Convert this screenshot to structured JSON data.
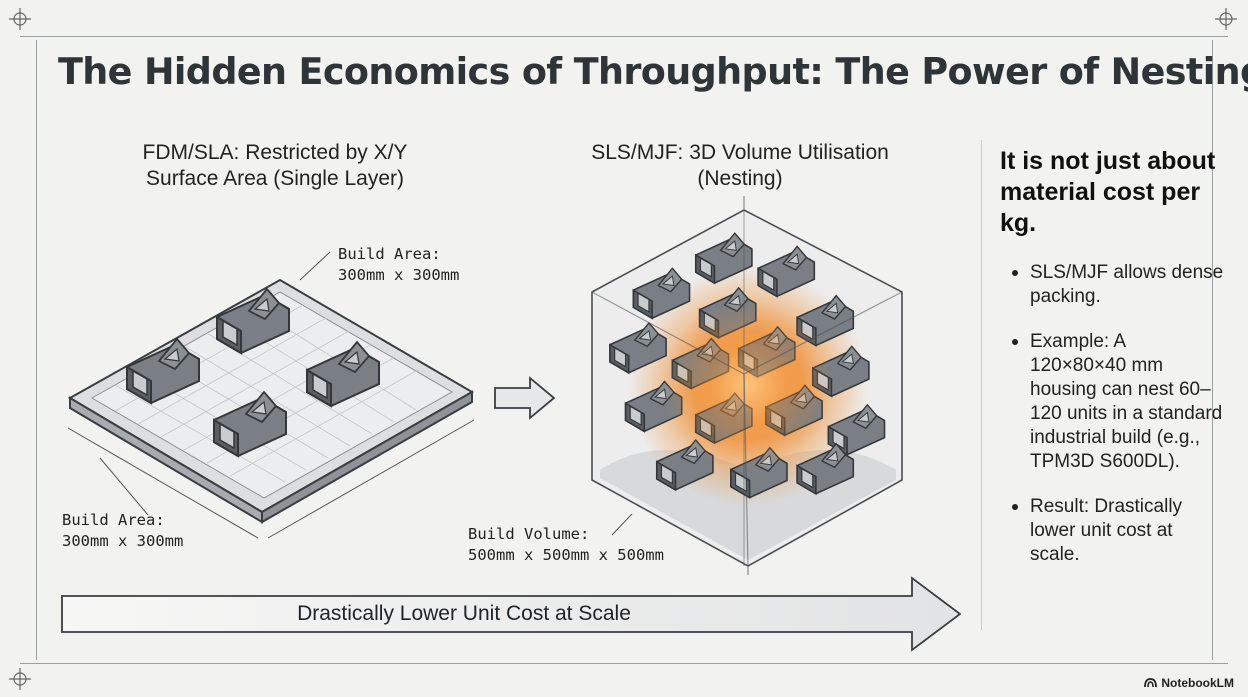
{
  "title": "The Hidden Economics of Throughput: The Power of Nesting",
  "left_panel": {
    "heading_line1": "FDM/SLA: Restricted by X/Y",
    "heading_line2": "Surface Area (Single Layer)",
    "top_label_line1": "Build Area:",
    "top_label_line2": "300mm x 300mm",
    "bottom_label_line1": "Build Area:",
    "bottom_label_line2": "300mm x 300mm"
  },
  "right_panel": {
    "heading_line1": "SLS/MJF: 3D Volume Utilisation",
    "heading_line2": "(Nesting)",
    "volume_label_line1": "Build Volume:",
    "volume_label_line2": "500mm x 500mm x 500mm"
  },
  "bottom_arrow_label": "Drastically Lower Unit Cost at Scale",
  "sidebar": {
    "heading": "It is not just about material cost per kg.",
    "bullets": [
      "SLS/MJF allows dense packing.",
      "Example: A 120×80×40 mm housing can nest 60–120 units in a standard industrial build (e.g., TPM3D S600DL).",
      "Result: Drastically lower unit cost at scale."
    ]
  },
  "brand": "NotebookLM",
  "colors": {
    "background": "#f2f2f0",
    "part_grey": "#6f747a",
    "glow_orange": "#f08a2a",
    "title": "#2f3438"
  }
}
